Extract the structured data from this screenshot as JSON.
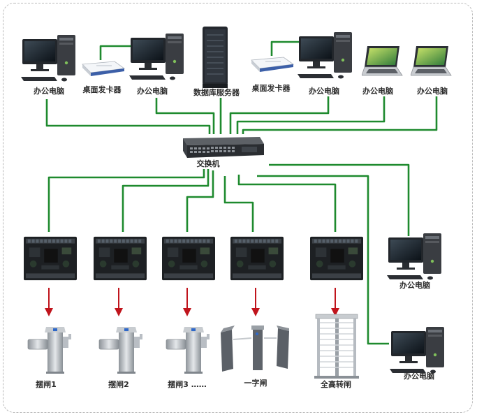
{
  "labels": {
    "pc1": "办公电脑",
    "card_reader_1": "桌面发卡器",
    "pc2": "办公电脑",
    "db_server": "数据库服务器",
    "card_reader_2": "桌面发卡器",
    "pc3": "办公电脑",
    "laptop1": "办公电脑",
    "laptop2": "办公电脑",
    "switch": "交换机",
    "pc_right_1": "办公电脑",
    "pc_right_2": "办公电脑",
    "gate1": "摆闸1",
    "gate2": "摆闸2",
    "gate3": "摆闸3 ……",
    "gate_flap": "一字闸",
    "gate_full": "全高转闸"
  },
  "colors": {
    "wire": "#1e8a2e",
    "arrow": "#c0141c"
  }
}
